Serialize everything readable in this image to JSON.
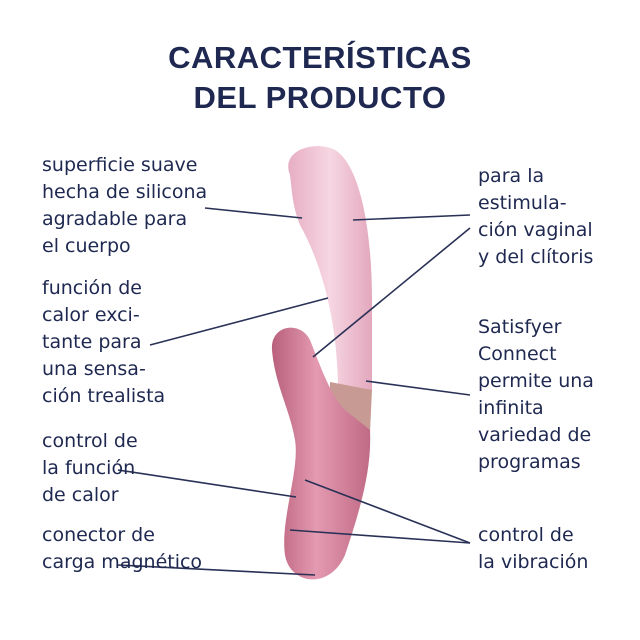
{
  "title": {
    "line1": "CARACTERÍSTICAS",
    "line2": "DEL PRODUCTO"
  },
  "labels": {
    "surface": "superficie suave\nhecha de silicona\nagradable para\nel cuerpo",
    "heat_function": "función de\ncalor exci-\ntante para\nuna sensa-\nción trealista",
    "heat_control": "control de\nla función\nde calor",
    "charger": "conector de\ncarga magnético",
    "stimulation": "para la\nestimula-\nción vaginal\ny del clítoris",
    "connect": "Satisfyer\nConnect\npermite una\ninfinita\nvariedad de\nprogramas",
    "vibration_control": "control de\nla vibración"
  },
  "colors": {
    "text": "#1e2850",
    "shaft": "#f0c6d6",
    "handle": "#d27f98"
  }
}
